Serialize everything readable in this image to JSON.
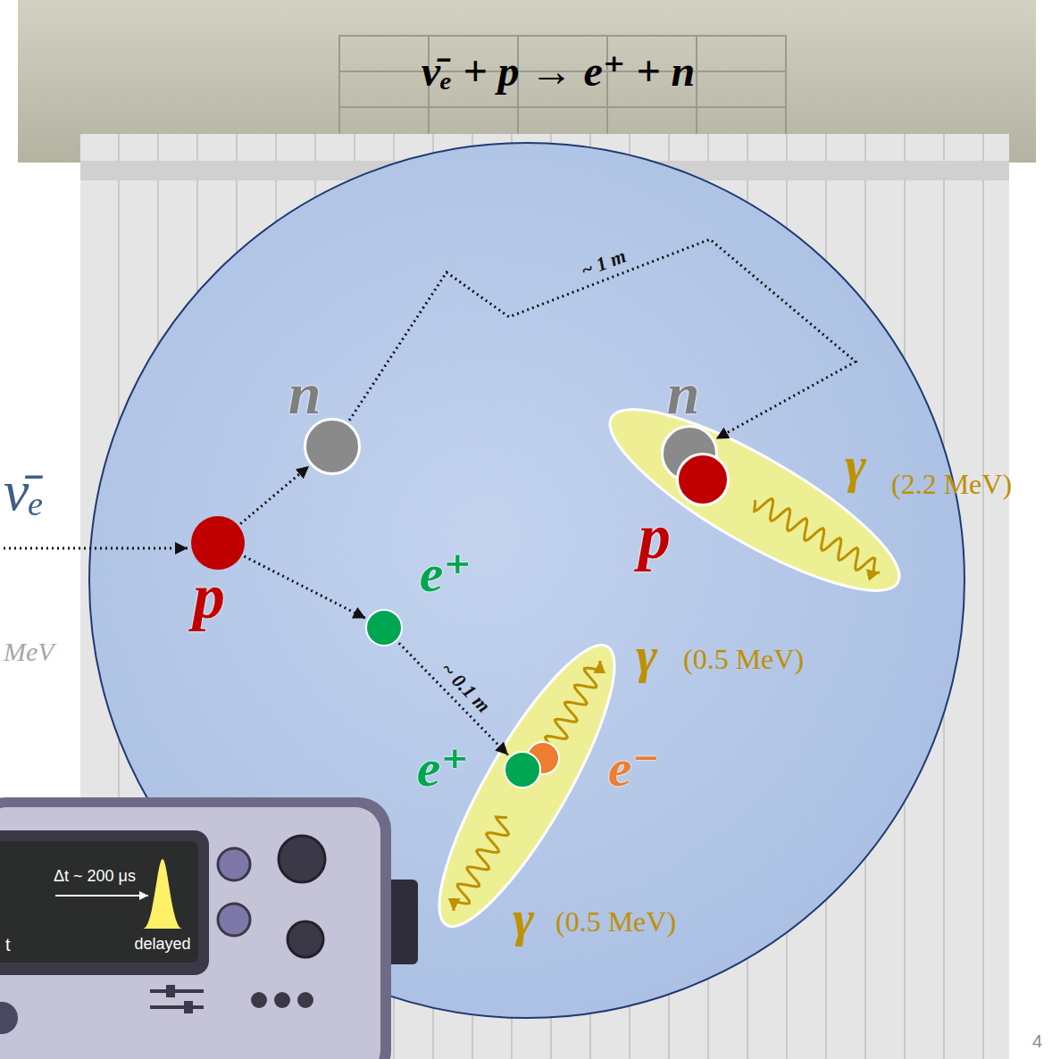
{
  "diagram": {
    "title": "ν̄ₑ + p → e⁺ + n",
    "nodes": [
      {
        "text": [
          "p"
        ]
      },
      {
        "text": [
          "n"
        ]
      },
      {
        "text": [
          "e⁺"
        ]
      },
      {
        "text": [
          "n"
        ]
      },
      {
        "text": [
          "p"
        ]
      },
      {
        "text": [
          "e⁺"
        ]
      },
      {
        "text": [
          "e⁻"
        ]
      }
    ],
    "edges": [
      {
        "from": 0,
        "to": 1,
        "arrow": "to"
      },
      {
        "from": 0,
        "to": 2,
        "arrow": "to"
      },
      {
        "from": 1,
        "to": 3,
        "arrow": "to",
        "label": "~ 1 m"
      },
      {
        "from": 2,
        "to": 5,
        "arrow": "to",
        "label": "~ 0.1 m"
      }
    ],
    "labels": [
      "ν̄ₑ",
      "MeV",
      "γ",
      "(2.2 MeV)",
      "γ",
      "(0.5 MeV)",
      "γ",
      "(0.5 MeV)",
      "Δt ~ 200 μs",
      "t",
      "delayed",
      "4"
    ]
  }
}
